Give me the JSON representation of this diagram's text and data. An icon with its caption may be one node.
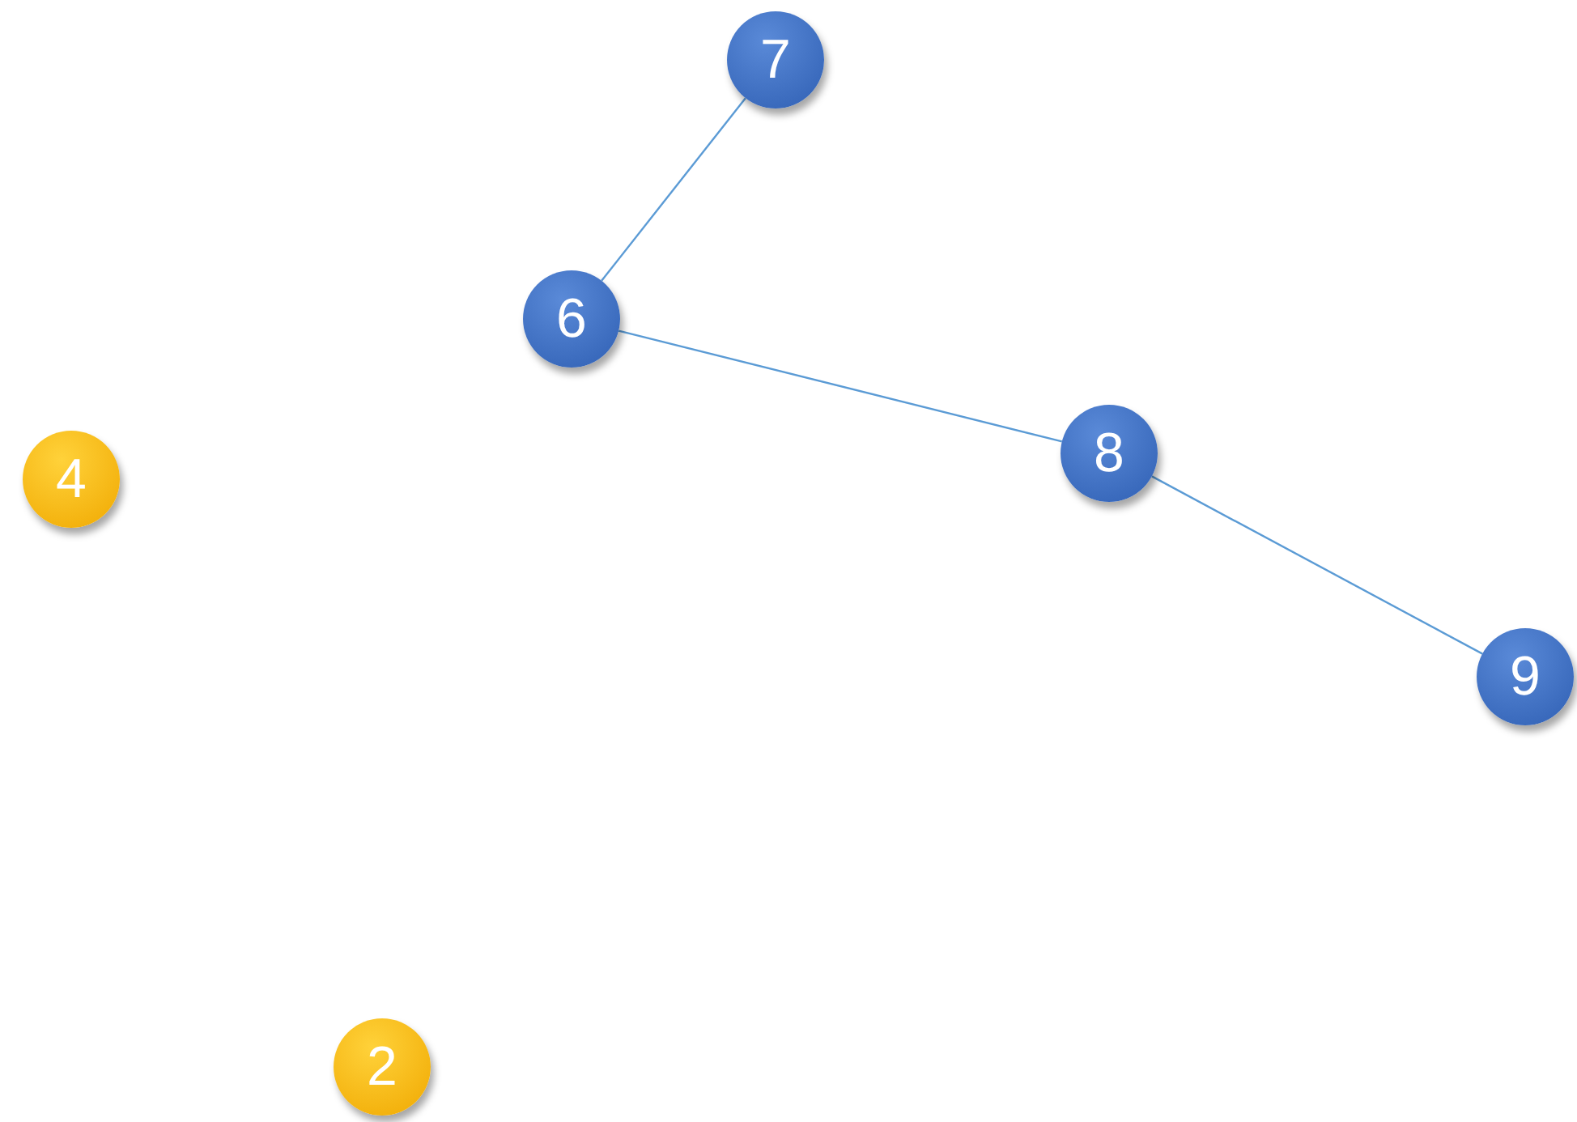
{
  "diagram": {
    "nodes": [
      {
        "text": [
          "7"
        ]
      },
      {
        "text": [
          "6"
        ]
      },
      {
        "text": [
          "4"
        ]
      },
      {
        "text": [
          "8"
        ]
      },
      {
        "text": [
          "9"
        ]
      },
      {
        "text": [
          "2"
        ]
      }
    ],
    "edges": [
      {
        "from": 0,
        "to": 1,
        "arrow": "none"
      },
      {
        "from": 1,
        "to": 3,
        "arrow": "none"
      },
      {
        "from": 3,
        "to": 4,
        "arrow": "none"
      }
    ]
  }
}
